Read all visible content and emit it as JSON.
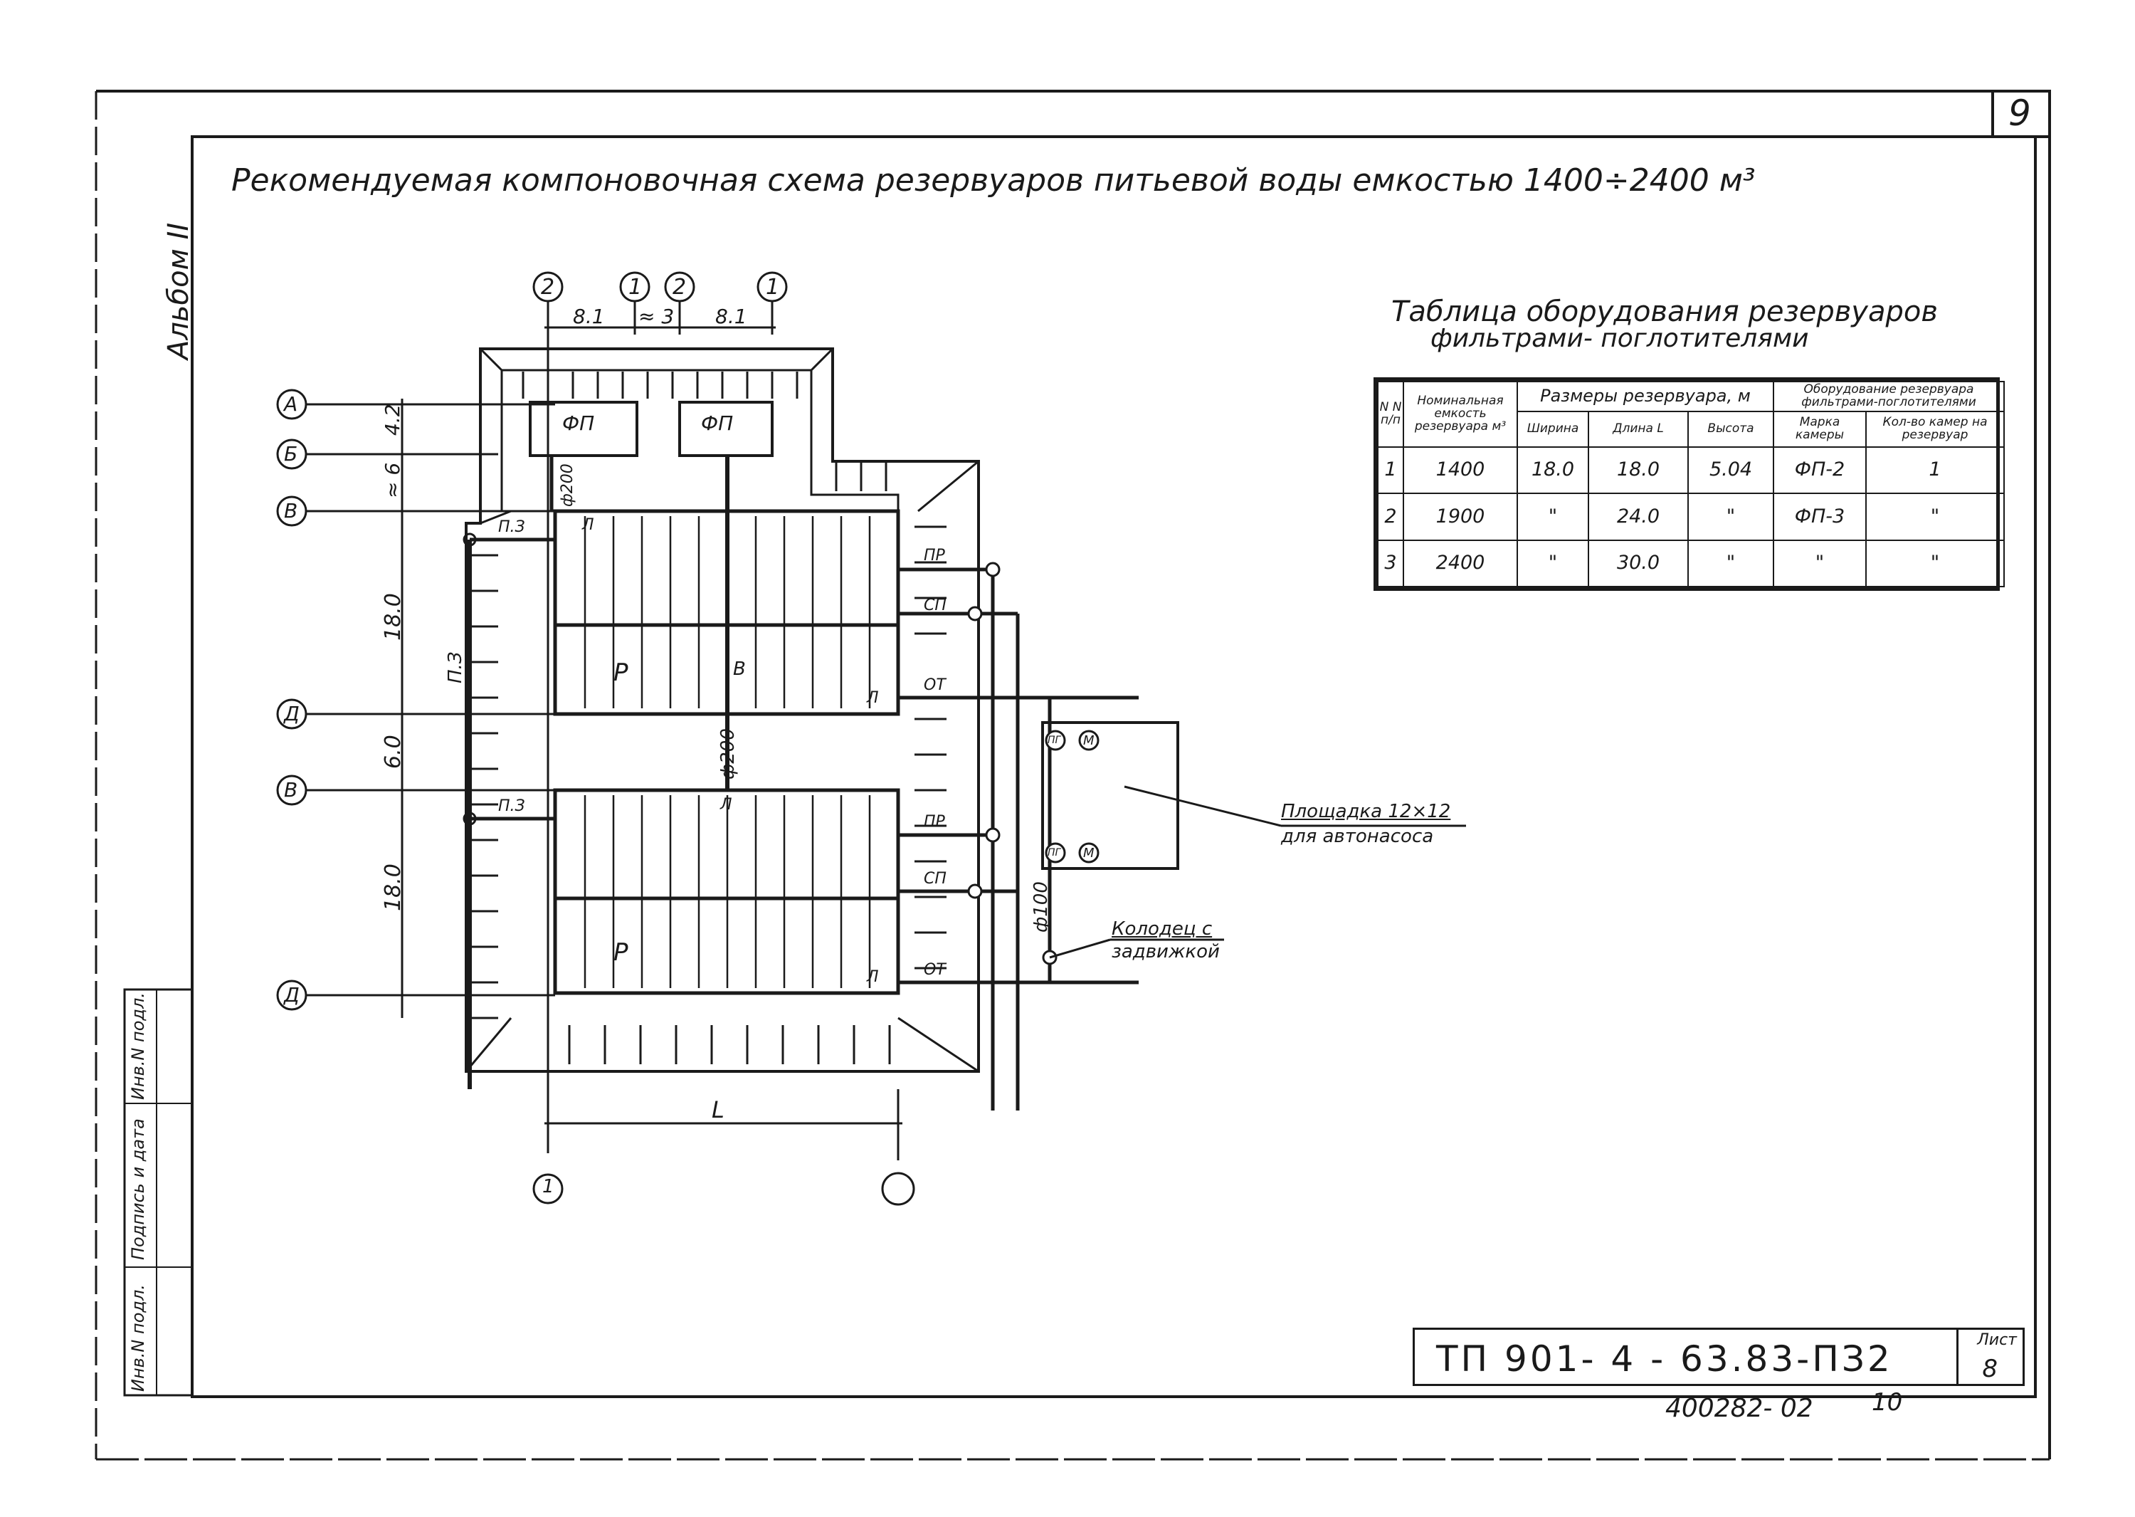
{
  "title": "Рекомендуемая компоновочная схема резервуаров питьевой воды емкостью 1400÷2400 м³",
  "page_number": "9",
  "album": "Альбом II",
  "table": {
    "title_line1": "Таблица оборудования резервуаров",
    "title_line2": "фильтрами- поглотителями",
    "headers": {
      "num": "N N п/п",
      "capacity": "Номинальная емкость резервуара м³",
      "dimensions": "Размеры резервуара, м",
      "width": "Ширина",
      "length": "Длина L",
      "height": "Высота",
      "equipment": "Оборудование резервуара фильтрами-поглотителями",
      "brand": "Марка камеры",
      "count": "Кол-во камер на резервуар"
    },
    "rows": [
      {
        "n": "1",
        "capacity": "1400",
        "width": "18.0",
        "length": "18.0",
        "height": "5.04",
        "brand": "ФП-2",
        "count": "1"
      },
      {
        "n": "2",
        "capacity": "1900",
        "width": "\"",
        "length": "24.0",
        "height": "\"",
        "brand": "ФП-3",
        "count": "\""
      },
      {
        "n": "3",
        "capacity": "2400",
        "width": "\"",
        "length": "30.0",
        "height": "\"",
        "brand": "\"",
        "count": "\""
      }
    ]
  },
  "plan": {
    "axes_top": [
      "2",
      "1",
      "2",
      "1"
    ],
    "axes_left": [
      "А",
      "Б",
      "В",
      "Д",
      "В",
      "Д"
    ],
    "axes_bottom": [
      "1",
      ""
    ],
    "dims_top": [
      "8.1",
      "≈ 3",
      "8.1"
    ],
    "dims_left": [
      "4.2",
      "≈ 6",
      "18.0",
      "6.0",
      "18.0"
    ],
    "dim_bottom": "L",
    "filters": [
      "ФП",
      "ФП"
    ],
    "tank_label": "Р",
    "hatch_label": "Л",
    "pipe_labels": [
      "ПР",
      "СП",
      "ОТ",
      "ПР",
      "СП",
      "ОТ"
    ],
    "pz_labels": [
      "П.З",
      "П.З",
      "П.З"
    ],
    "diameters": [
      "ф200",
      "ф200",
      "ф100"
    ],
    "b_label": "В",
    "pit_labels": [
      "ПГ",
      "М",
      "ПГ",
      "М"
    ],
    "platform_line1": "Площадка 12×12",
    "platform_line2": "для автонасоса",
    "well_line1": "Колодец с",
    "well_line2": "задвижкой"
  },
  "stamp": {
    "code": "ТП 901- 4 - 63.83-ПЗ2",
    "sheet_label": "Лист",
    "sheet_number": "8",
    "footer": "400282- 02",
    "footer2": "10"
  },
  "side_columns": [
    "Инв.N подл.",
    "Подпись и дата",
    "Инв.N подл."
  ]
}
